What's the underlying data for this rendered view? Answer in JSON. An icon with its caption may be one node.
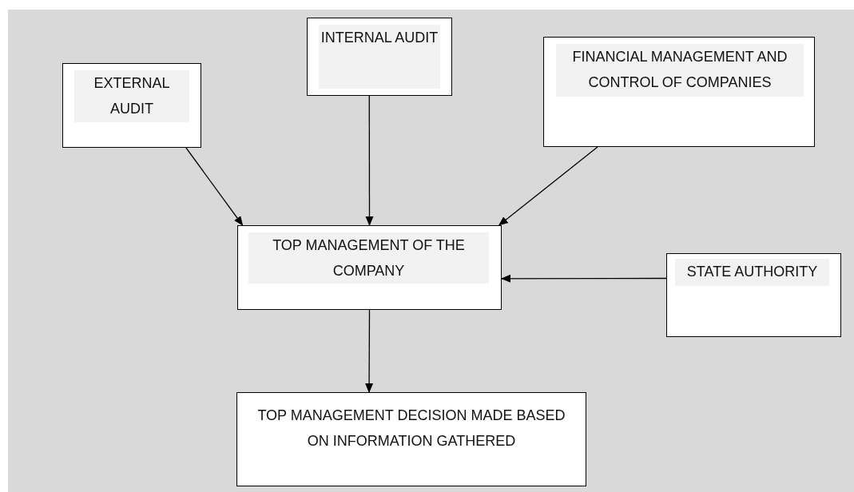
{
  "diagram": {
    "nodes": [
      {
        "text": [
          "EXTERNAL AUDIT"
        ]
      },
      {
        "text": [
          "INTERNAL AUDIT"
        ]
      },
      {
        "text": [
          "FINANCIAL MANAGEMENT AND CONTROL OF COMPANIES"
        ]
      },
      {
        "text": [
          "TOP MANAGEMENT OF THE COMPANY"
        ]
      },
      {
        "text": [
          "STATE AUTHORITY"
        ]
      },
      {
        "text": [
          "TOP MANAGEMENT DECISION MADE BASED ON INFORMATION GATHERED"
        ]
      }
    ],
    "edges": [
      {
        "from": 0,
        "to": 3,
        "arrow": "to"
      },
      {
        "from": 1,
        "to": 3,
        "arrow": "to"
      },
      {
        "from": 2,
        "to": 3,
        "arrow": "to"
      },
      {
        "from": 4,
        "to": 3,
        "arrow": "to"
      },
      {
        "from": 3,
        "to": 5,
        "arrow": "to"
      }
    ]
  }
}
